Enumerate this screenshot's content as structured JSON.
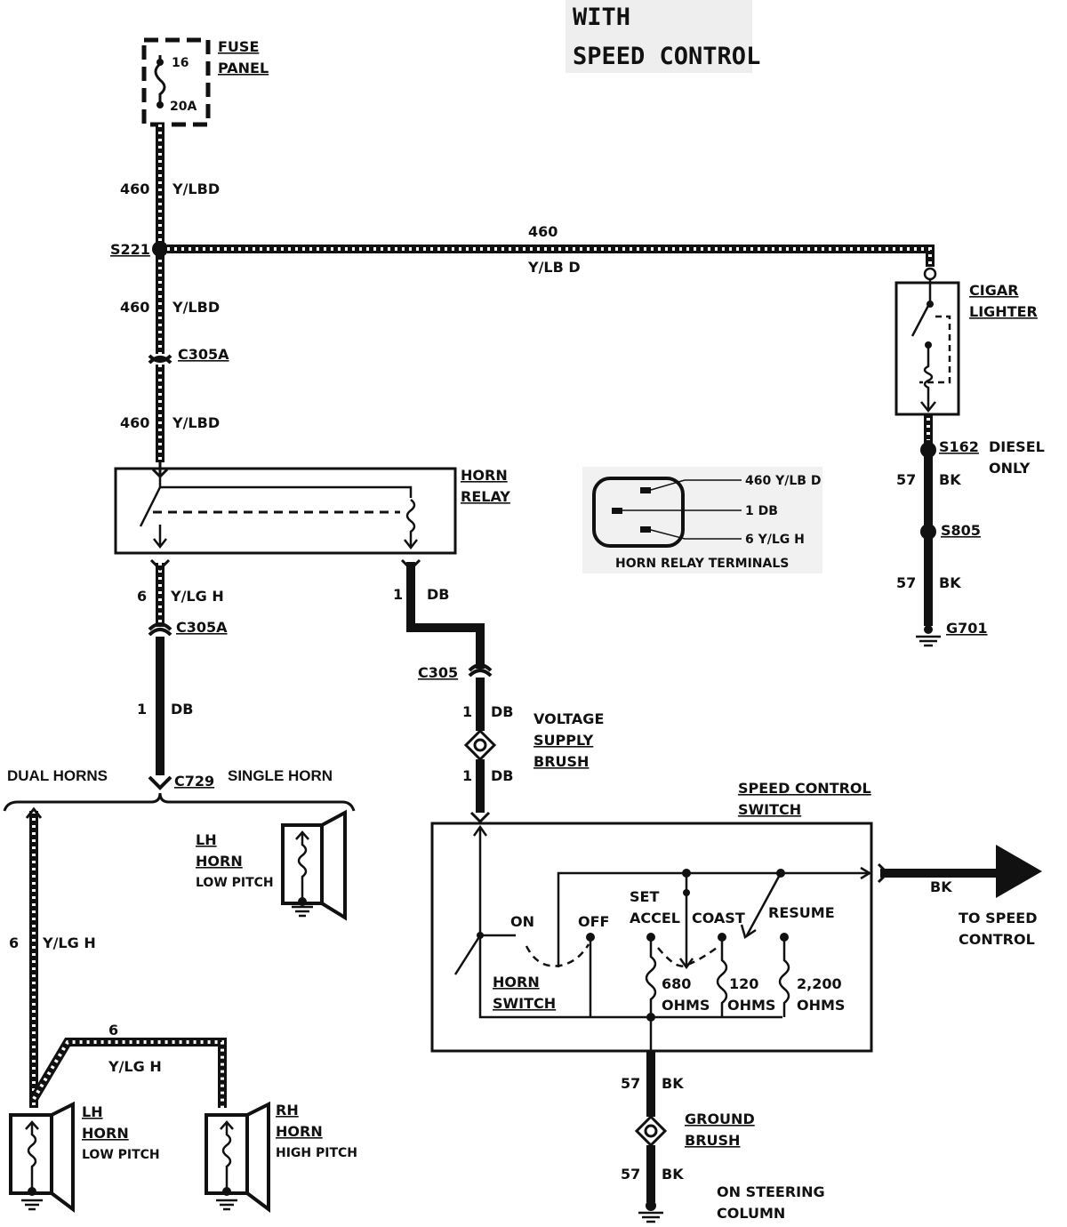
{
  "title": {
    "line1": "WITH",
    "line2": "SPEED CONTROL"
  },
  "fuse_panel": {
    "label1": "FUSE",
    "label2": "PANEL",
    "fuse_number": "16",
    "rating": "20A"
  },
  "wires": {
    "w460_top": {
      "circuit": "460",
      "color": "Y/LBD"
    },
    "w460_horiz": {
      "circuit": "460",
      "color": "Y/LB D"
    },
    "w460_mid": {
      "circuit": "460",
      "color": "Y/LBD"
    },
    "w460_low": {
      "circuit": "460",
      "color": "Y/LBD"
    },
    "w6_relay": {
      "circuit": "6",
      "color": "Y/LG H"
    },
    "w1_relay": {
      "circuit": "1",
      "color": "DB"
    },
    "w1_c729": {
      "circuit": "1",
      "color": "DB"
    },
    "w1_brush_top": {
      "circuit": "1",
      "color": "DB"
    },
    "w1_brush_bot": {
      "circuit": "1",
      "color": "DB"
    },
    "w57_s162": {
      "circuit": "57",
      "color": "BK"
    },
    "w57_s805": {
      "circuit": "57",
      "color": "BK"
    },
    "w6_dual": {
      "circuit": "6",
      "color": "Y/LG H"
    },
    "w6_cross": {
      "circuit": "6",
      "color": "Y/LG H"
    },
    "w57_ground_top": {
      "circuit": "57",
      "color": "BK"
    },
    "w57_ground_bot": {
      "circuit": "57",
      "color": "BK"
    },
    "bk_out": {
      "color": "BK"
    }
  },
  "splices": {
    "s221": "S221",
    "s162": "S162",
    "s805": "S805"
  },
  "connectors": {
    "c305a_top": "C305A",
    "c305a_bot": "C305A",
    "c305": "C305",
    "c729": "C729"
  },
  "ground": {
    "g701": "G701"
  },
  "cigar_lighter": {
    "line1": "CIGAR",
    "line2": "LIGHTER"
  },
  "diesel_note": {
    "line1": "DIESEL",
    "line2": "ONLY"
  },
  "horn_relay": {
    "line1": "HORN",
    "line2": "RELAY"
  },
  "relay_terminals": {
    "caption": "HORN RELAY TERMINALS",
    "t1": "460 Y/LB D",
    "t2": "1 DB",
    "t3": "6 Y/LG H"
  },
  "voltage_brush": {
    "line1": "VOLTAGE",
    "line2": "SUPPLY",
    "line3": "BRUSH"
  },
  "horn_options": {
    "dual": "DUAL HORNS",
    "single": "SINGLE HORN"
  },
  "single_horn": {
    "line1": "LH",
    "line2": "HORN",
    "pitch": "LOW PITCH"
  },
  "lh_horn": {
    "line1": "LH",
    "line2": "HORN",
    "pitch": "LOW PITCH"
  },
  "rh_horn": {
    "line1": "RH",
    "line2": "HORN",
    "pitch": "HIGH PITCH"
  },
  "speed_switch": {
    "line1": "SPEED CONTROL",
    "line2": "SWITCH",
    "on": "ON",
    "off": "OFF",
    "set": "SET",
    "accel": "ACCEL",
    "coast": "COAST",
    "resume": "RESUME",
    "horn_switch1": "HORN",
    "horn_switch2": "SWITCH",
    "r1": "680",
    "r1_unit": "OHMS",
    "r2": "120",
    "r2_unit": "OHMS",
    "r3": "2,200",
    "r3_unit": "OHMS"
  },
  "to_speed": {
    "line1": "TO SPEED",
    "line2": "CONTROL"
  },
  "ground_brush": {
    "line1": "GROUND",
    "line2": "BRUSH"
  },
  "steering": {
    "line1": "ON STEERING",
    "line2": "COLUMN"
  }
}
